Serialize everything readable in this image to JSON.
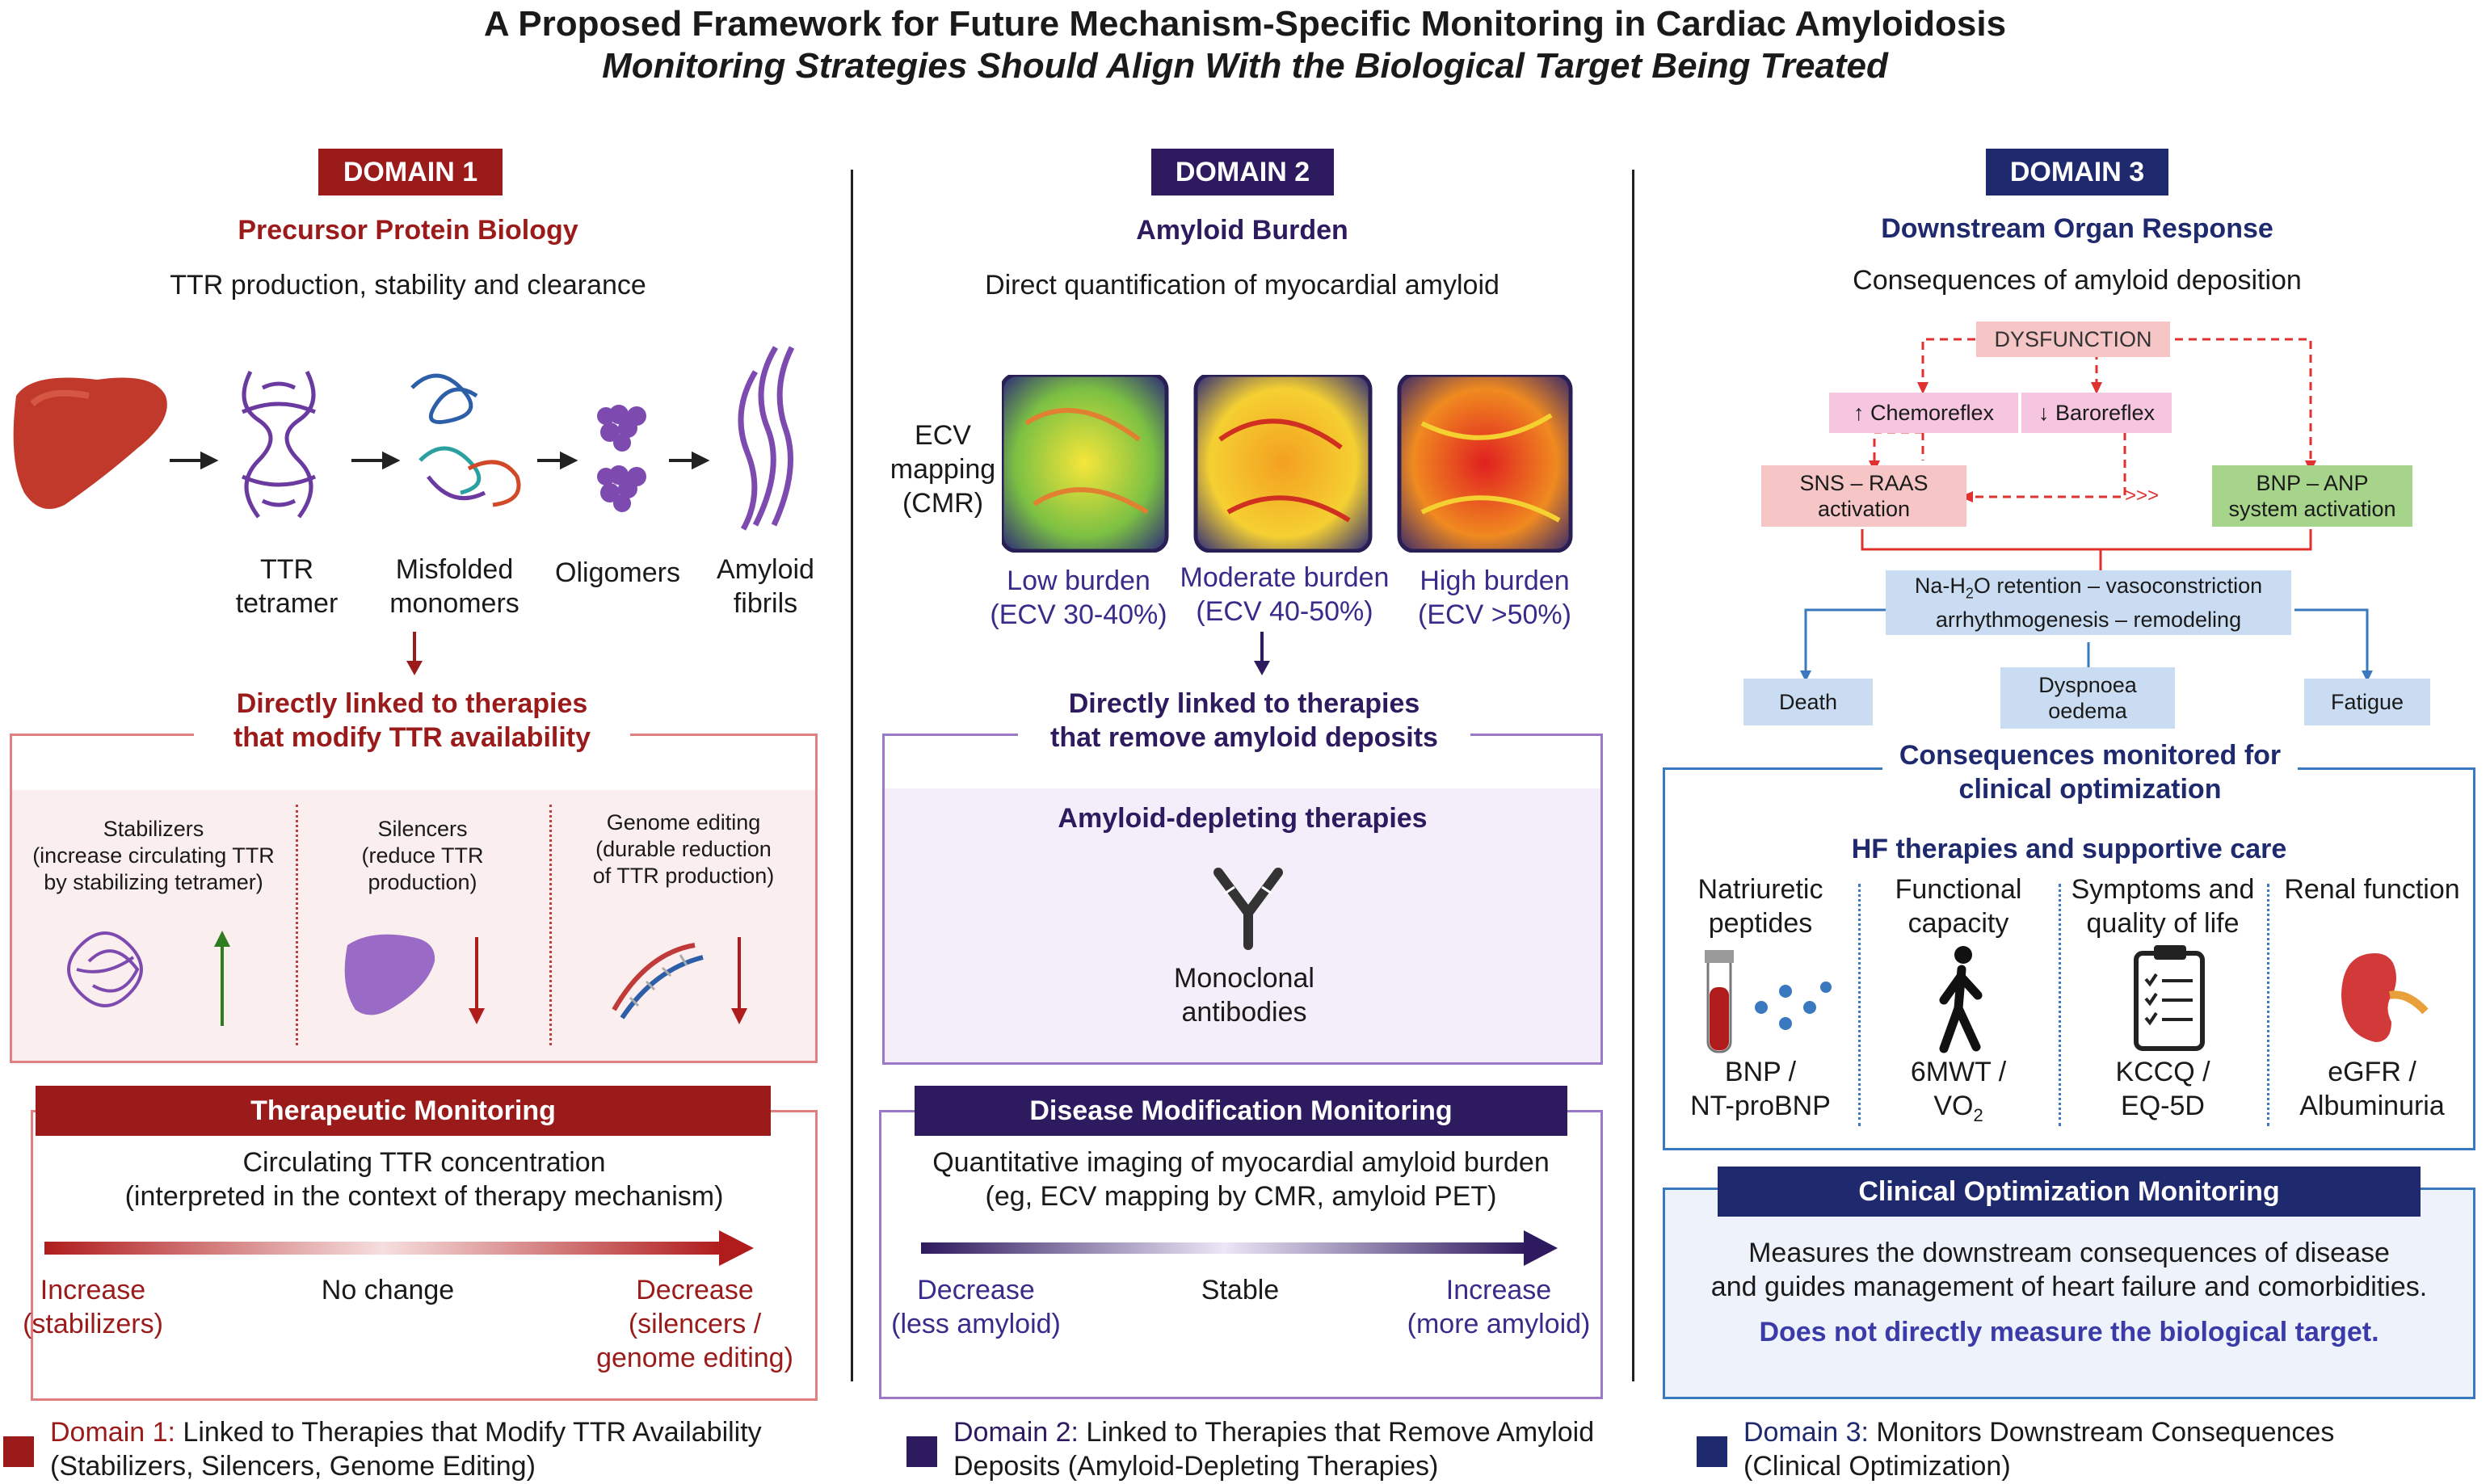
{
  "header": {
    "title": "A Proposed Framework for Future Mechanism-Specific Monitoring in Cardiac Amyloidosis",
    "subtitle": "Monitoring Strategies Should Align With the Biological Target Being Treated"
  },
  "colors": {
    "domain1": "#9b1b1b",
    "domain2": "#2e1a5e",
    "domain3": "#1f2a6e",
    "flow_red": "#e03030",
    "flow_blue": "#3a78c0"
  },
  "domain1": {
    "badge": "DOMAIN 1",
    "heading": "Precursor Protein Biology",
    "description": "TTR production, stability and clearance",
    "stages": [
      {
        "icon": "liver-icon",
        "label": ""
      },
      {
        "icon": "ttr-tetramer-icon",
        "label": "TTR\ntetramer"
      },
      {
        "icon": "misfolded-monomers-icon",
        "label": "Misfolded\nmonomers"
      },
      {
        "icon": "oligomers-icon",
        "label": "Oligomers"
      },
      {
        "icon": "amyloid-fibrils-icon",
        "label": "Amyloid\nfibrils"
      }
    ],
    "link_text_1": "Directly linked to therapies",
    "link_text_2": "that modify TTR availability",
    "therapies": [
      {
        "label": "Stabilizers\n(increase circulating TTR\nby stabilizing tetramer)",
        "icon": "tetramer-icon",
        "arrow": "up"
      },
      {
        "label": "Silencers\n(reduce TTR\nproduction)",
        "icon": "liver-icon",
        "arrow": "down"
      },
      {
        "label": "Genome editing\n(durable reduction\nof TTR production)",
        "icon": "dna-icon",
        "arrow": "down"
      }
    ],
    "monitoring_title": "Therapeutic Monitoring",
    "monitoring_text_1": "Circulating TTR concentration",
    "monitoring_text_2": "(interpreted in the context of therapy mechanism)",
    "scale_left": "Increase\n(stabilizers)",
    "scale_mid": "No change",
    "scale_right": "Decrease\n(silencers /\ngenome editing)"
  },
  "domain2": {
    "badge": "DOMAIN 2",
    "heading": "Amyloid Burden",
    "description": "Direct quantification of myocardial amyloid",
    "ecv_label": "ECV\nmapping\n(CMR)",
    "burdens": [
      {
        "label": "Low burden",
        "range": "(ECV 30-40%)"
      },
      {
        "label": "Moderate burden",
        "range": "(ECV 40-50%)"
      },
      {
        "label": "High burden",
        "range": "(ECV >50%)"
      }
    ],
    "link_text_1": "Directly linked to therapies",
    "link_text_2": "that remove amyloid deposits",
    "therapy_heading": "Amyloid-depleting therapies",
    "therapy_label": "Monoclonal\nantibodies",
    "monitoring_title": "Disease Modification Monitoring",
    "monitoring_text_1": "Quantitative imaging of myocardial amyloid burden",
    "monitoring_text_2": "(eg, ECV mapping by CMR, amyloid PET)",
    "scale_left": "Decrease\n(less amyloid)",
    "scale_mid": "Stable",
    "scale_right": "Increase\n(more amyloid)"
  },
  "domain3": {
    "badge": "DOMAIN 3",
    "heading": "Downstream Organ Response",
    "description": "Consequences of amyloid deposition",
    "flow": {
      "dysfunction": "DYSFUNCTION",
      "chemoreflex": "↑ Chemoreflex",
      "baroreflex": "↓ Baroreflex",
      "sns": "SNS – RAAS\nactivation",
      "bnp": "BNP – ANP\nsystem activation",
      "arrows": ">>>",
      "retention_pre": "Na-H",
      "retention_sub": "2",
      "retention_post": "O retention – vasoconstriction",
      "retention_line2": "arrhythmogenesis – remodeling",
      "outcomes": [
        "Death",
        "Dyspnoea\noedema",
        "Fatigue"
      ]
    },
    "consequences_title_1": "Consequences monitored for",
    "consequences_title_2": "clinical optimization",
    "hf_heading": "HF therapies and supportive care",
    "measures": [
      {
        "title": "Natriuretic\npeptides",
        "icon": "blood-tube-icon",
        "value": "BNP /\nNT-proBNP"
      },
      {
        "title": "Functional\ncapacity",
        "icon": "walking-person-icon",
        "value_pre": "6MWT /\nVO",
        "value_sub": "2"
      },
      {
        "title": "Symptoms and\nquality of life",
        "icon": "clipboard-icon",
        "value": "KCCQ /\nEQ-5D"
      },
      {
        "title": "Renal function",
        "icon": "kidney-icon",
        "value": "eGFR /\nAlbuminuria"
      }
    ],
    "monitoring_title": "Clinical Optimization Monitoring",
    "monitoring_text_1": "Measures the downstream consequences of disease",
    "monitoring_text_2": "and guides management of heart failure and comorbidities.",
    "monitoring_note": "Does not directly measure the biological target."
  },
  "legend": [
    {
      "key": "Domain 1:",
      "text_1": " Linked to Therapies that Modify TTR Availability",
      "text_2": "(Stabilizers, Silencers, Genome Editing)"
    },
    {
      "key": "Domain 2:",
      "text_1": " Linked to Therapies that Remove Amyloid",
      "text_2": "Deposits (Amyloid-Depleting Therapies)"
    },
    {
      "key": "Domain 3:",
      "text_1": " Monitors Downstream Consequences",
      "text_2": "(Clinical Optimization)"
    }
  ]
}
